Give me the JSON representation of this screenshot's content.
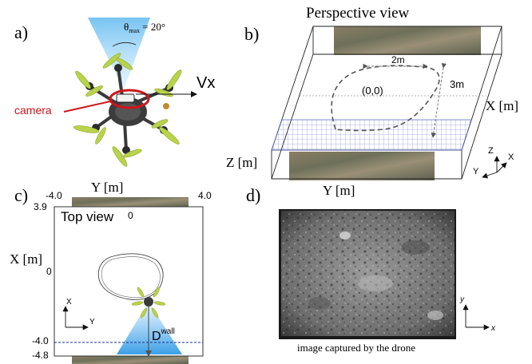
{
  "panels": {
    "a": {
      "label": "a)",
      "theta_text": "θ",
      "theta_sub": "max",
      "theta_value": " = 20°",
      "velocity_label": "Vx",
      "camera_label": "camera",
      "colors": {
        "cone": "#4aa8e8",
        "annotation": "#d0141a",
        "propeller": "#b9d34a",
        "frame": "#3a3a3a"
      }
    },
    "b": {
      "label": "b)",
      "title": "Perspective view",
      "dim_width": "2m",
      "dim_depth": "3m",
      "origin_label": "(0,0)",
      "axis_x_label": "X [m]",
      "axis_y_label": "Y [m]",
      "axis_z_label": "Z [m]",
      "frame_x": "X",
      "frame_y": "Y",
      "frame_z": "Z",
      "colors": {
        "grid": "#5560c8"
      }
    },
    "c": {
      "label": "c)",
      "title": "Top view",
      "y_axis_label": "Y [m]",
      "x_axis_label": "X [m]",
      "tick_y_left": "-4.0",
      "tick_y_mid": "0",
      "tick_y_right": "4.0",
      "tick_x_top": "3.9",
      "tick_x_zero": "0",
      "tick_x_wall": "-4.0",
      "tick_x_bottom": "-4.8",
      "wall_label": "D",
      "wall_sup": "wall",
      "frame_x": "X",
      "frame_y": "Y",
      "colors": {
        "cone": "#3aa0e8",
        "wall_line": "#1c2b8a"
      }
    },
    "d": {
      "label": "d)",
      "caption": "image captured by the drone",
      "frame_x": "x",
      "frame_y": "y"
    }
  }
}
